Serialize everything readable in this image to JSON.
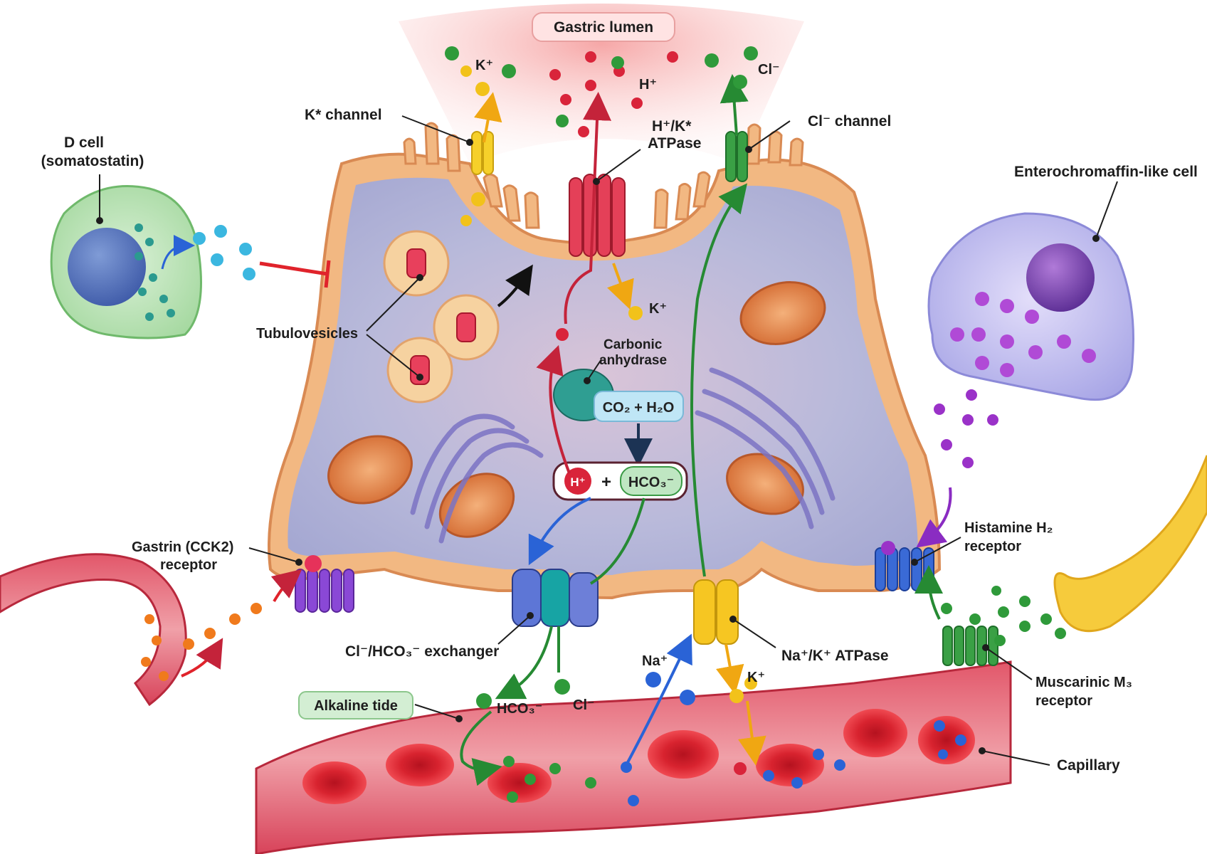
{
  "labels": {
    "gastric_lumen": "Gastric lumen",
    "k_plus_top": "K⁺",
    "h_plus_top": "H⁺",
    "cl_minus_top": "Cl⁻",
    "k_channel": "K* channel",
    "hk_atpase_line1": "H⁺/K*",
    "hk_atpase_line2": "ATPase",
    "cl_channel": "Cl⁻ channel",
    "d_cell_line1": "D cell",
    "d_cell_line2": "(somatostatin)",
    "ecl_cell": "Enterochromaffin-like cell",
    "tubulovesicles": "Tubulovesicles",
    "k_plus_mid": "K⁺",
    "carbonic_line1": "Carbonic",
    "carbonic_line2": "anhydrase",
    "co2_h2o": "CO₂ + H₂O",
    "h_plus_ion": "H⁺",
    "plus_sign": "+",
    "hco3_ion": "HCO₃⁻",
    "gastrin_line1": "Gastrin (CCK2)",
    "gastrin_line2": "receptor",
    "histamine_line1": "Histamine H₂",
    "histamine_line2": "receptor",
    "cl_hco3_exchanger": "Cl⁻/HCO₃⁻ exchanger",
    "nak_atpase": "Na⁺/K⁺ ATPase",
    "na_plus": "Na⁺",
    "k_plus_bottom": "K⁺",
    "muscarinic_line1": "Muscarinic M₃",
    "muscarinic_line2": "receptor",
    "alkaline_tide": "Alkaline tide",
    "hco3_bottom": "HCO₃⁻",
    "cl_bottom": "Cl⁻",
    "capillary": "Capillary"
  },
  "colors": {
    "h_plus": "#d9243a",
    "k_plus": "#f2c21a",
    "cl_minus": "#2f9a3a",
    "na_plus": "#2a63d6",
    "somatostatin": "#3bb7e0",
    "histamine": "#9a32c8",
    "gastrin": "#f07a1c",
    "acetylcholine": "#2f9a3a",
    "cell_membrane": "#f0b47a",
    "cytoplasm": "#b8b7d8",
    "lumen": "#f7b3b3",
    "blood": "#d7283a",
    "inhibition": "#e0232b"
  }
}
